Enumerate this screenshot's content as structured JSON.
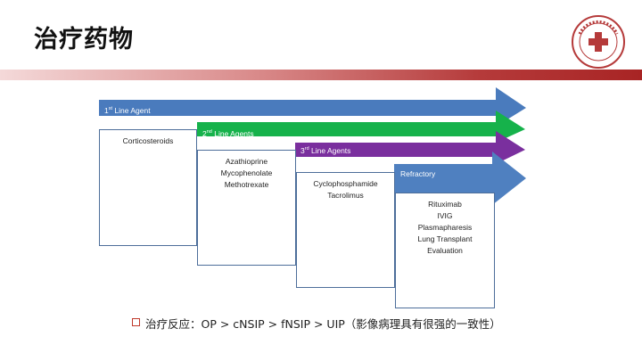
{
  "title": "治疗药物",
  "logo_text": "BEIJING CHAO-YANG HOSPITAL",
  "stages": [
    {
      "prefix": "1",
      "sup": "st",
      "suffix": " Line Agent",
      "color": "#4a7bbd",
      "items": [
        "Corticosteroids"
      ]
    },
    {
      "prefix": "2",
      "sup": "nd",
      "suffix": " Line Agents",
      "color": "#16b24b",
      "items": [
        "Azathioprine",
        "Mycophenolate",
        "Methotrexate"
      ]
    },
    {
      "prefix": "3",
      "sup": "rd",
      "suffix": " Line Agents",
      "color": "#7a2f9e",
      "items": [
        "Cyclophosphamide",
        "Tacrolimus"
      ]
    },
    {
      "prefix": "Refractory",
      "sup": "",
      "suffix": "",
      "color": "#4f80c0",
      "items": [
        "Rituximab",
        "IVIG",
        "Plasmapharesis",
        "Lung Transplant",
        "Evaluation"
      ]
    }
  ],
  "caption": "治疗反应：OP > cNSIP > fNSIP > UIP（影像病理具有很强的一致性）",
  "colors": {
    "accent_red": "#b53a3a",
    "box_border": "#4d6e9a"
  }
}
